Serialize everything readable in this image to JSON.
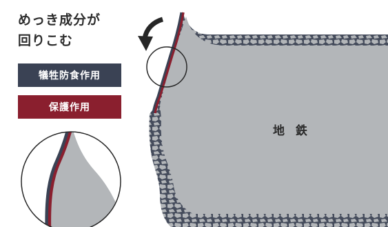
{
  "title_line1": "めっき成分が",
  "title_line2": "回りこむ",
  "labels": {
    "sacrificial": "犠牲防食作用",
    "protective": "保護作用"
  },
  "base_metal_label": "地 鉄",
  "colors": {
    "sacrificial": "#3a4254",
    "protective": "#8a1f2e",
    "base_metal": "#b3b6b9",
    "coating_pattern": "#454c5c",
    "arrow": "#262626"
  },
  "icons": [
    "curved-arrow-icon",
    "magnifier-circle-icon"
  ]
}
